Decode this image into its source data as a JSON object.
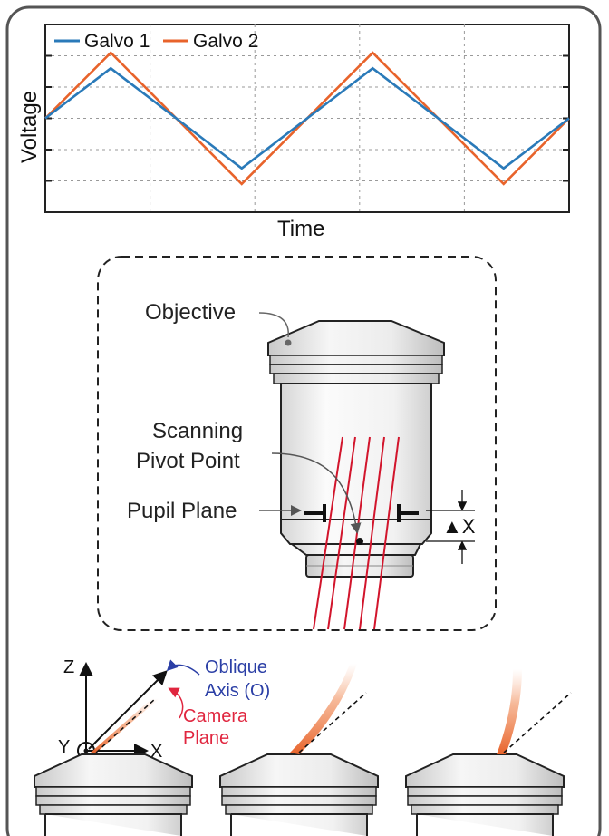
{
  "chart_data": {
    "type": "line",
    "xlabel": "Time",
    "ylabel": "Voltage",
    "xlim": [
      0,
      4
    ],
    "ylim": [
      -3,
      3
    ],
    "grid": true,
    "legend_position": "top-left",
    "series": [
      {
        "name": "Galvo 1",
        "color": "#2a7ab9",
        "x": [
          0,
          0.5,
          1.5,
          2.5,
          3.5,
          4
        ],
        "values": [
          0,
          1.6,
          -1.6,
          1.6,
          -1.6,
          0
        ]
      },
      {
        "name": "Galvo 2",
        "color": "#e8632b",
        "x": [
          0,
          0.5,
          1.5,
          2.5,
          3.5,
          4
        ],
        "values": [
          0,
          2.1,
          -2.1,
          2.1,
          -2.1,
          0
        ]
      }
    ]
  },
  "inset": {
    "objective_label": "Objective",
    "pivot_label_line1": "Scanning",
    "pivot_label_line2": "Pivot Point",
    "pupil_label": "Pupil Plane",
    "dx_label": "▲X"
  },
  "bottom": {
    "axis_z": "Z",
    "axis_y": "Y",
    "axis_x": "X",
    "oblique_line1": "Oblique",
    "oblique_line2": "Axis (O)",
    "camera_line1": "Camera",
    "camera_line2": "Plane"
  },
  "colors": {
    "beam_red": "#d2152c",
    "oblique_blue": "#2b3fa6",
    "camera_red": "#e0263f",
    "sheet_orange": "#e8632b"
  }
}
